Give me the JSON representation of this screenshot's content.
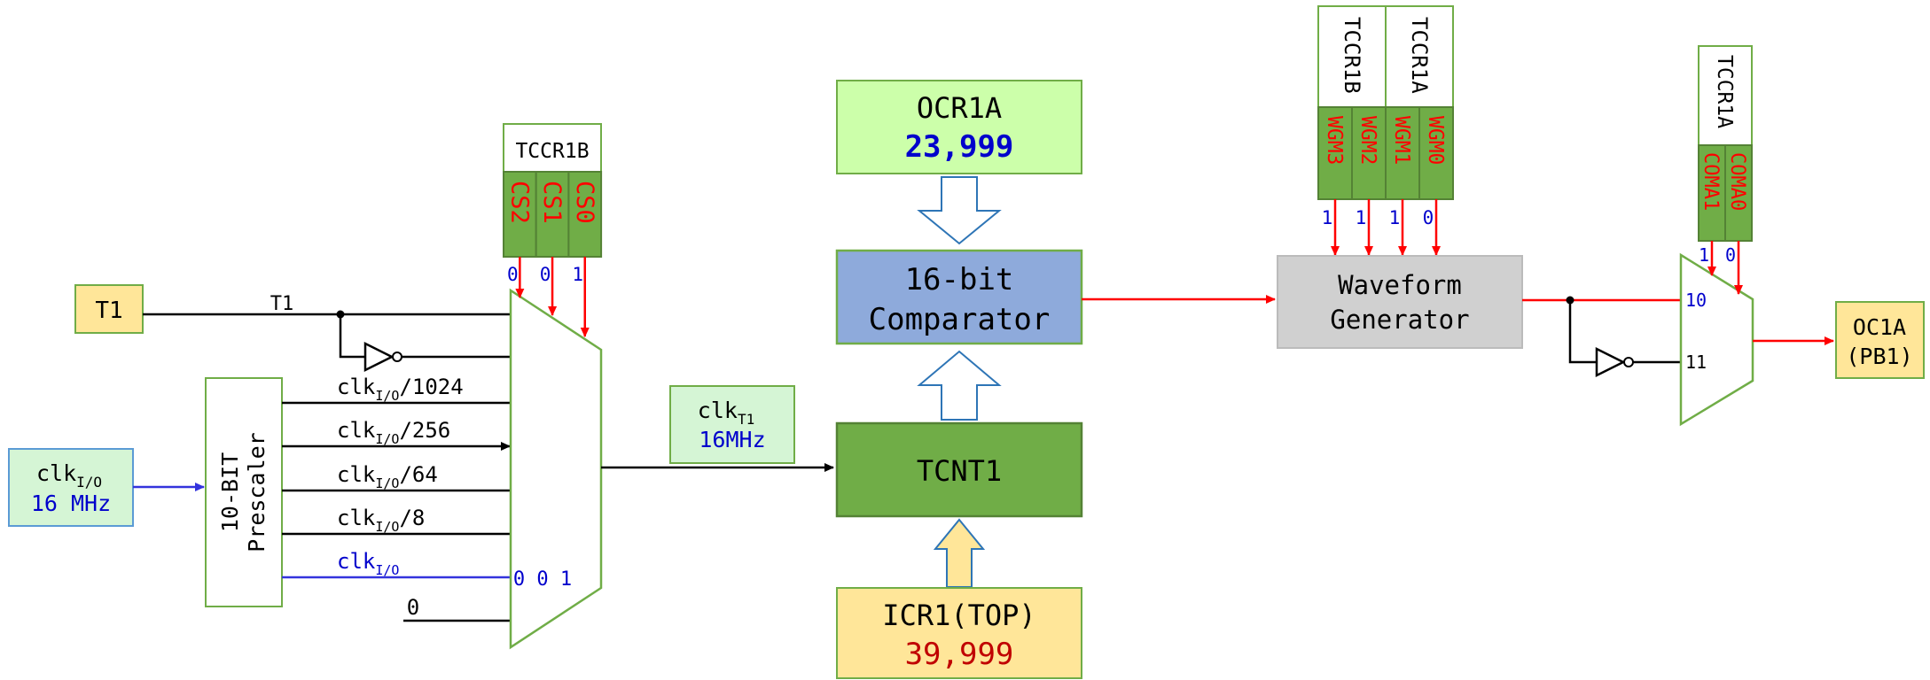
{
  "input_t1": "T1",
  "t1_line_label": "T1",
  "clk_io": {
    "base": "clk",
    "sub": "I/O",
    "freq": "16 MHz"
  },
  "prescaler_label": "10-BIT Prescaler",
  "prescaler_line1": "10-BIT",
  "prescaler_line2": "Prescaler",
  "mux_inputs": [
    {
      "base": "clk",
      "sub": "I/O",
      "suffix": "/1024"
    },
    {
      "base": "clk",
      "sub": "I/O",
      "suffix": "/256"
    },
    {
      "base": "clk",
      "sub": "I/O",
      "suffix": "/64"
    },
    {
      "base": "clk",
      "sub": "I/O",
      "suffix": "/8"
    },
    {
      "base": "clk",
      "sub": "I/O",
      "suffix": ""
    }
  ],
  "zero_input": "0",
  "selected_code": "0 0 1",
  "tccr1b_cs": {
    "title": "TCCR1B",
    "bits": [
      "CS2",
      "CS1",
      "CS0"
    ],
    "values": [
      "0",
      "0",
      "1"
    ]
  },
  "clk_t1": {
    "base": "clk",
    "sub": "T1",
    "freq": "16MHz"
  },
  "ocr1a": {
    "name": "OCR1A",
    "value": "23,999"
  },
  "comparator": {
    "line1": "16-bit",
    "line2": "Comparator"
  },
  "tcnt1": "TCNT1",
  "icr1": {
    "name": "ICR1(TOP)",
    "value": "39,999"
  },
  "wgm": {
    "regs": [
      "TCCR1B",
      "TCCR1A"
    ],
    "bits": [
      "WGM3",
      "WGM2",
      "WGM1",
      "WGM0"
    ],
    "values": [
      "1",
      "1",
      "1",
      "0"
    ]
  },
  "waveform": {
    "line1": "Waveform",
    "line2": "Generator"
  },
  "coma": {
    "reg": "TCCR1A",
    "bits": [
      "COMA1",
      "COMA0"
    ],
    "values": [
      "1",
      "0"
    ]
  },
  "out_mux_inputs": [
    "10",
    "11"
  ],
  "output": {
    "line1": "OC1A",
    "line2": "(PB1)"
  },
  "colors": {
    "red": "#ff0000",
    "blue": "#0000cc",
    "dark_red": "#c00000",
    "green_fill": "#70ad47",
    "green_border": "#548235",
    "light_green": "#ccffaa",
    "comparator_fill": "#8eaadb",
    "gray_fill": "#d0d0d0",
    "yellow_fill": "#ffe699"
  }
}
